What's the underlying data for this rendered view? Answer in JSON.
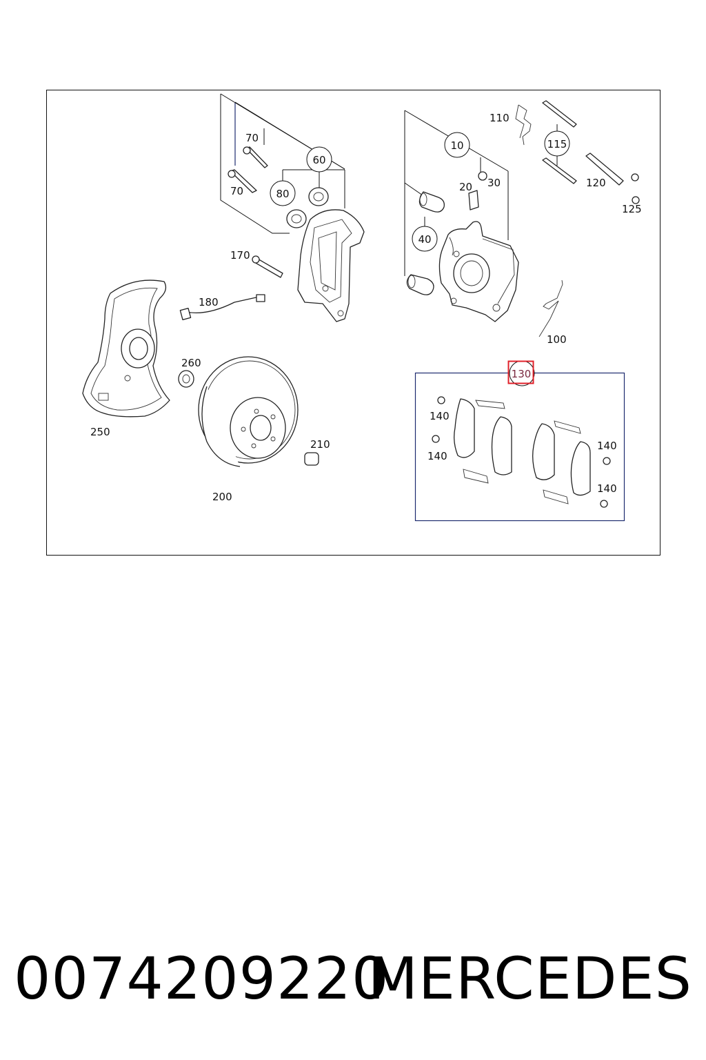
{
  "labels": {
    "l10": "10",
    "l20": "20",
    "l30": "30",
    "l40": "40",
    "l60": "60",
    "l70a": "70",
    "l70b": "70",
    "l80": "80",
    "l100": "100",
    "l110": "110",
    "l115": "115",
    "l120": "120",
    "l125": "125",
    "l130": "130",
    "l140a": "140",
    "l140b": "140",
    "l140c": "140",
    "l140d": "140",
    "l170": "170",
    "l180": "180",
    "l200": "200",
    "l210": "210",
    "l250": "250",
    "l260": "260"
  },
  "highlight": {
    "part": "130",
    "color": "#e0202a"
  },
  "caption": {
    "part_number": "0074209220",
    "brand": "MERCEDES"
  }
}
